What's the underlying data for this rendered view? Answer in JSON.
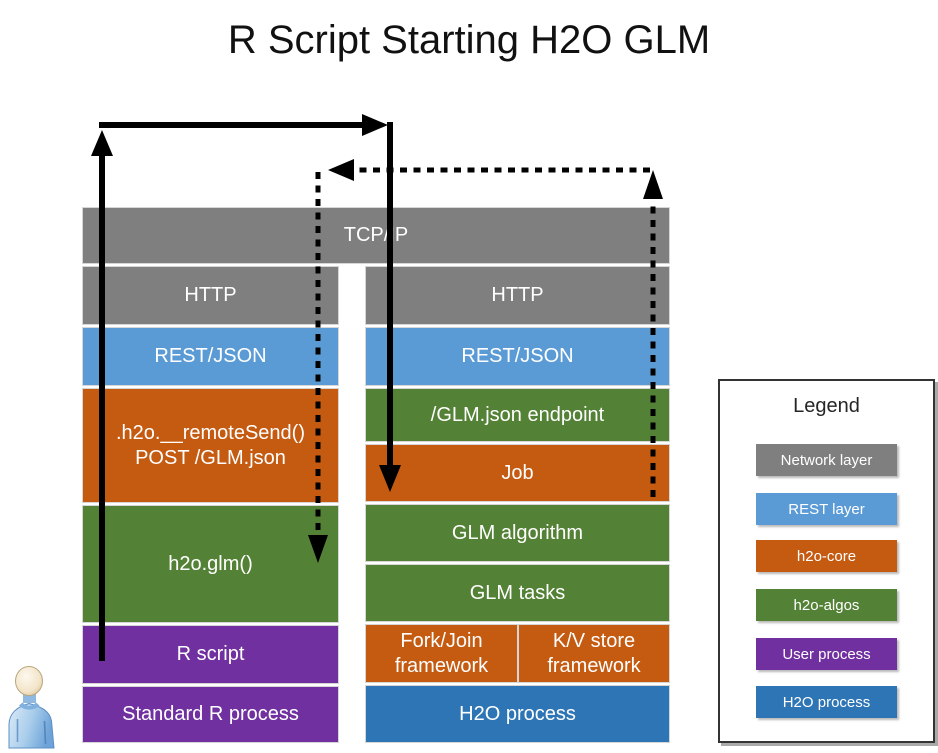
{
  "title": "R Script Starting H2O GLM",
  "network_band": {
    "label": "TCP/IP"
  },
  "left_stack": {
    "boxes": [
      {
        "label": "HTTP"
      },
      {
        "label": "REST/JSON"
      },
      {
        "line1": ".h2o.__remoteSend()",
        "line2": "POST /GLM.json"
      },
      {
        "label": "h2o.glm()"
      },
      {
        "label": "R script"
      },
      {
        "label": "Standard R process"
      }
    ]
  },
  "right_stack": {
    "boxes": [
      {
        "label": "HTTP"
      },
      {
        "label": "REST/JSON"
      },
      {
        "label": "/GLM.json endpoint"
      },
      {
        "label": "Job"
      },
      {
        "label": "GLM algorithm"
      },
      {
        "label": "GLM tasks"
      },
      {
        "label": "Fork/Join framework"
      },
      {
        "label": "K/V store framework"
      },
      {
        "label": "H2O process"
      }
    ]
  },
  "colors": {
    "network_layer": "#7F7F7F",
    "rest_layer": "#5B9BD5",
    "h2o_core": "#C55A11",
    "h2o_algos": "#538135",
    "user_process": "#7030A0",
    "h2o_process": "#2E75B6",
    "arrow": "#000000"
  },
  "legend": {
    "title": "Legend",
    "items": [
      {
        "label": "Network layer",
        "color": "#7F7F7F"
      },
      {
        "label": "REST layer",
        "color": "#5B9BD5"
      },
      {
        "label": "h2o-core",
        "color": "#C55A11"
      },
      {
        "label": "h2o-algos",
        "color": "#538135"
      },
      {
        "label": "User process",
        "color": "#7030A0"
      },
      {
        "label": "H2O process",
        "color": "#2E75B6"
      }
    ]
  },
  "icons": {
    "person": "user-person-icon"
  }
}
